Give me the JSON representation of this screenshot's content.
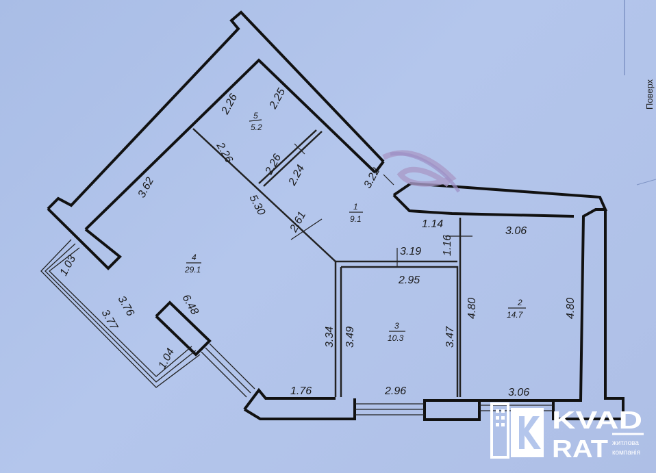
{
  "plan": {
    "side_label": "Поверх",
    "rooms": [
      {
        "id": "room-1",
        "number": "1",
        "area": "9.1"
      },
      {
        "id": "room-2",
        "number": "2",
        "area": "14.7"
      },
      {
        "id": "room-3",
        "number": "3",
        "area": "10.3"
      },
      {
        "id": "room-4",
        "number": "4",
        "area": "29.1"
      },
      {
        "id": "room-5",
        "number": "5",
        "area": "5.2"
      }
    ],
    "dimensions": {
      "d_2_26_a": "2.26",
      "d_2_25": "2.25",
      "d_2_26_b": "2.26",
      "d_2_26_c": "2.26",
      "d_2_24": "2.24",
      "d_3_62": "3.62",
      "d_5_30": "5.30",
      "d_2_61": "2.61",
      "d_3_22": "3.22",
      "d_1_14": "1.14",
      "d_1_16": "1.16",
      "d_3_06_top": "3.06",
      "d_3_19": "3.19",
      "d_2_95": "2.95",
      "d_1_03": "1.03",
      "d_3_76": "3.76",
      "d_3_77": "3.77",
      "d_6_48": "6.48",
      "d_1_04": "1.04",
      "d_3_34": "3.34",
      "d_3_49": "3.49",
      "d_3_47": "3.47",
      "d_4_80_left": "4.80",
      "d_4_80_right": "4.80",
      "d_1_76": "1.76",
      "d_2_96": "2.96",
      "d_3_06_bottom": "3.06"
    }
  },
  "logo": {
    "line1": "KVAD",
    "line2": "RAT",
    "sub1": "житлова",
    "sub2": "компанія",
    "color": "#ffffff"
  }
}
